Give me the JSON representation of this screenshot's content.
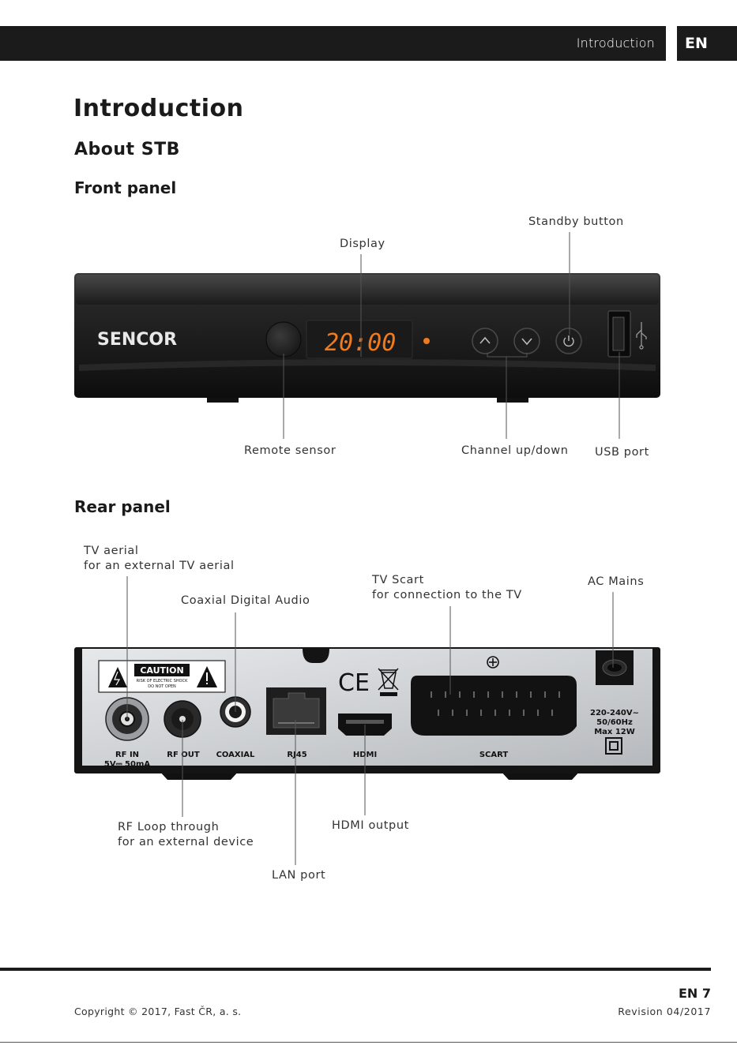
{
  "header": {
    "section": "Introduction",
    "lang": "EN"
  },
  "headings": {
    "title": "Introduction",
    "subtitle": "About STB",
    "front": "Front panel",
    "rear": "Rear panel"
  },
  "front_panel": {
    "brand": "SENCOR",
    "display_time": "20:00",
    "callouts": {
      "standby": "Standby button",
      "display": "Display",
      "remote": "Remote sensor",
      "channel": "Channel up/down",
      "usb": "USB port"
    }
  },
  "rear_panel": {
    "callouts": {
      "tv_aerial": "TV aerial",
      "tv_aerial_sub": "for an external TV aerial",
      "coaxial": "Coaxial Digital Audio",
      "scart": "TV Scart",
      "scart_sub": "for connection to the TV",
      "ac": "AC Mains",
      "rf_loop": "RF Loop through",
      "rf_loop_sub": "for an external device",
      "hdmi": "HDMI output",
      "lan": "LAN port"
    },
    "labels": {
      "caution": "CAUTION",
      "caution_sub1": "RISK OF ELECTRIC SHOCK",
      "caution_sub2": "DO NOT OPEN",
      "rf_in": "RF IN",
      "rf_in_power": "5V⎓ 50mA",
      "rf_out": "RF OUT",
      "coaxial": "COAXIAL",
      "rj45": "RJ45",
      "hdmi": "HDMI",
      "scart": "SCART",
      "power1": "220-240V~",
      "power2": "50/60Hz",
      "power3": "Max 12W",
      "ce": "CE"
    }
  },
  "footer": {
    "page": "EN 7",
    "copyright": "Copyright © 2017, Fast ČR, a. s.",
    "revision": "Revision 04/2017"
  }
}
